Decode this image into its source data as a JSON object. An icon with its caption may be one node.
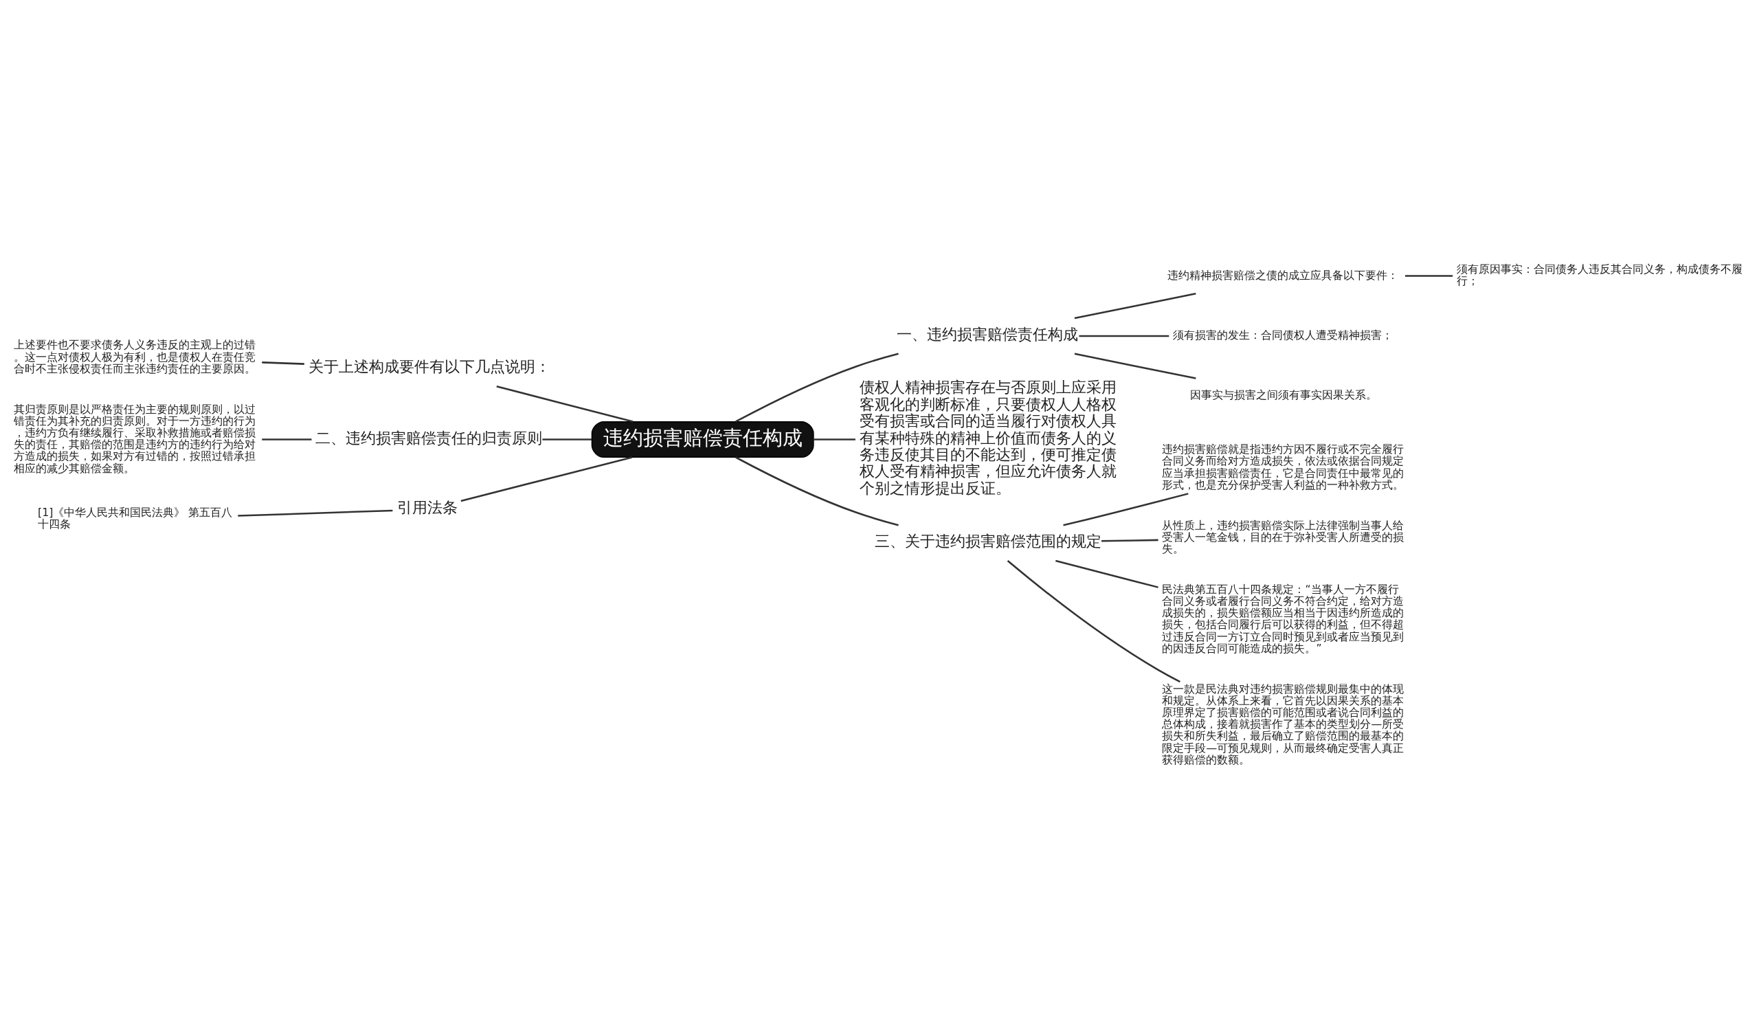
{
  "diagram": {
    "nodes": [
      {
        "text": [
          "违约损害赔偿责任构成"
        ]
      },
      {
        "text": [
          "一、违约损害赔偿责任构成"
        ]
      },
      {
        "text": [
          "违约精神损害赔偿之债的成立应具备以下要件："
        ]
      },
      {
        "text": [
          "须有原因事实：合同债务人违反其合同义务，构成债务不履行；"
        ]
      },
      {
        "text": [
          "须有损害的发生：合同债权人遭受精神损害；"
        ]
      },
      {
        "text": [
          "因事实与损害之间须有事实因果关系。"
        ]
      },
      {
        "text": [
          "债权人精神损害存在与否原则上应采用客观化的判断标准，只要债权人人格权受有损害或合同的适当履行对债权人具有某种特殊的精神上价值而债务人的义务违反使其目的不能达到，便可推定债权人受有精神损害，但应允许债务人就个别之情形提出反证。"
        ]
      },
      {
        "text": [
          "三、关于违约损害赔偿范围的规定"
        ]
      },
      {
        "text": [
          "违约损害赔偿就是指违约方因不履行或不完全履行合同义务而给对方造成损失，依法或依据合同规定应当承担损害赔偿责任，它是合同责任中最常见的形式，也是充分保护受害人利益的一种补救方式。"
        ]
      },
      {
        "text": [
          "从性质上，违约损害赔偿实际上法律强制当事人给受害人一笔金钱，目的在于弥补受害人所遭受的损失。"
        ]
      },
      {
        "text": [
          "民法典第五百八十四条规定：“当事人一方不履行合同义务或者履行合同义务不符合约定，给对方造成损失的，损失赔偿额应当相当于因违约所造成的损失，包括合同履行后可以获得的利益，但不得超过违反合同一方订立合同时预见到或者应当预见到的因违反合同可能造成的损失。”"
        ]
      },
      {
        "text": [
          "这一款是民法典对违约损害赔偿规则最集中的体现和规定。从体系上来看，它首先以因果关系的基本原理界定了损害赔偿的可能范围或者说合同利益的总体构成，接着就损害作了基本的类型划分—所受损失和所失利益，最后确立了赔偿范围的最基本的限定手段—可预见规则，从而最终确定受害人真正获得赔偿的数额。"
        ]
      },
      {
        "text": [
          "关于上述构成要件有以下几点说明："
        ]
      },
      {
        "text": [
          "上述要件也不要求债务人义务违反的主观上的过错。这一点对债权人极为有利，也是债权人在责任竞合时不主张侵权责任而主张违约责任的主要原因。"
        ]
      },
      {
        "text": [
          "二、违约损害赔偿责任的归责原则"
        ]
      },
      {
        "text": [
          "其归责原则是以严格责任为主要的规则原则，以过错责任为其补充的归责原则。对于一方违约的行为，违约方负有继续履行、采取补救措施或者赔偿损失的责任，其赔偿的范围是违约方的违约行为给对方造成的损失，如果对方有过错的，按照过错承担相应的减少其赔偿金额。"
        ]
      },
      {
        "text": [
          "引用法条"
        ]
      },
      {
        "text": [
          "[1]《中华人民共和国民法典》 第五百八十四条"
        ]
      }
    ],
    "edges": [
      {
        "from": 0,
        "to": 1,
        "arrow": "none"
      },
      {
        "from": 1,
        "to": 2,
        "arrow": "none"
      },
      {
        "from": 2,
        "to": 3,
        "arrow": "none"
      },
      {
        "from": 1,
        "to": 4,
        "arrow": "none"
      },
      {
        "from": 1,
        "to": 5,
        "arrow": "none"
      },
      {
        "from": 0,
        "to": 6,
        "arrow": "none"
      },
      {
        "from": 0,
        "to": 7,
        "arrow": "none"
      },
      {
        "from": 7,
        "to": 8,
        "arrow": "none"
      },
      {
        "from": 7,
        "to": 9,
        "arrow": "none"
      },
      {
        "from": 7,
        "to": 10,
        "arrow": "none"
      },
      {
        "from": 7,
        "to": 11,
        "arrow": "none"
      },
      {
        "from": 0,
        "to": 12,
        "arrow": "none"
      },
      {
        "from": 12,
        "to": 13,
        "arrow": "none"
      },
      {
        "from": 0,
        "to": 14,
        "arrow": "none"
      },
      {
        "from": 14,
        "to": 15,
        "arrow": "none"
      },
      {
        "from": 0,
        "to": 16,
        "arrow": "none"
      },
      {
        "from": 16,
        "to": 17,
        "arrow": "none"
      }
    ]
  }
}
